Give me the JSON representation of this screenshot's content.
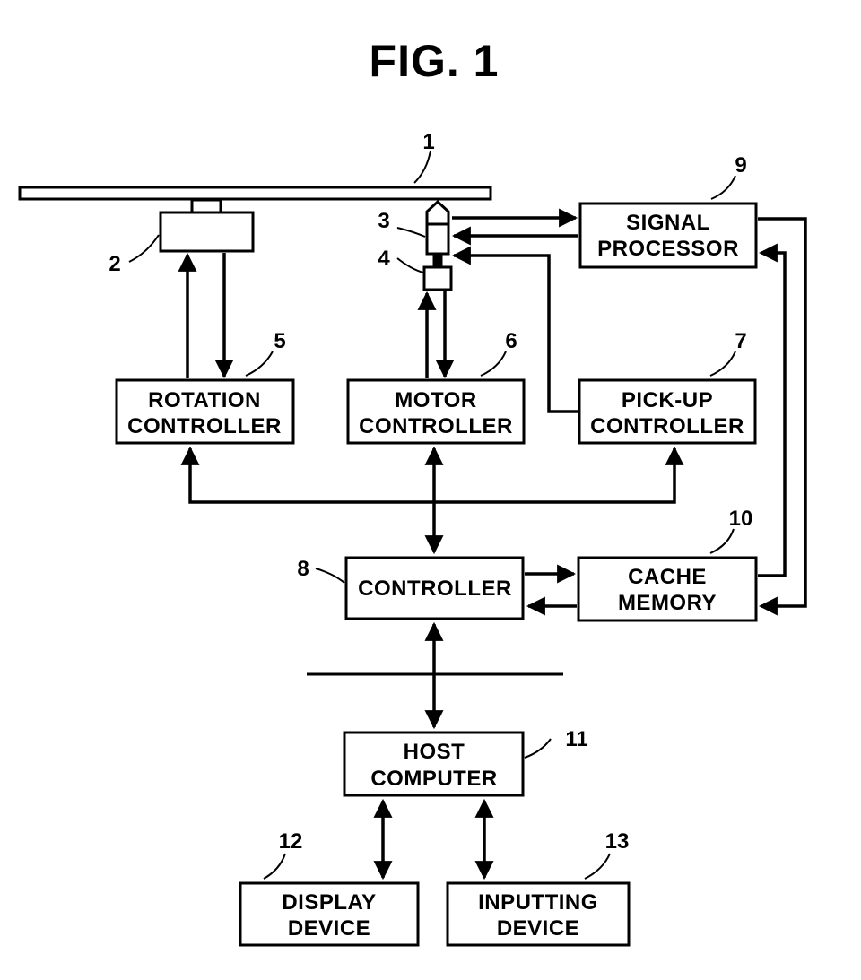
{
  "figure": {
    "title": "FIG. 1"
  },
  "blocks": {
    "signal_processor": {
      "ref": "9",
      "line1": "SIGNAL",
      "line2": "PROCESSOR"
    },
    "rotation_controller": {
      "ref": "5",
      "line1": "ROTATION",
      "line2": "CONTROLLER"
    },
    "motor_controller": {
      "ref": "6",
      "line1": "MOTOR",
      "line2": "CONTROLLER"
    },
    "pickup_controller": {
      "ref": "7",
      "line1": "PICK-UP",
      "line2": "CONTROLLER"
    },
    "controller": {
      "ref": "8",
      "line1": "CONTROLLER"
    },
    "cache_memory": {
      "ref": "10",
      "line1": "CACHE",
      "line2": "MEMORY"
    },
    "host_computer": {
      "ref": "11",
      "line1": "HOST",
      "line2": "COMPUTER"
    },
    "display_device": {
      "ref": "12",
      "line1": "DISPLAY",
      "line2": "DEVICE"
    },
    "inputting_device": {
      "ref": "13",
      "line1": "INPUTTING",
      "line2": "DEVICE"
    }
  },
  "parts": {
    "disc": {
      "ref": "1"
    },
    "spindle_motor": {
      "ref": "2"
    },
    "pickup_head": {
      "ref": "3"
    },
    "pickup_motor": {
      "ref": "4"
    }
  }
}
